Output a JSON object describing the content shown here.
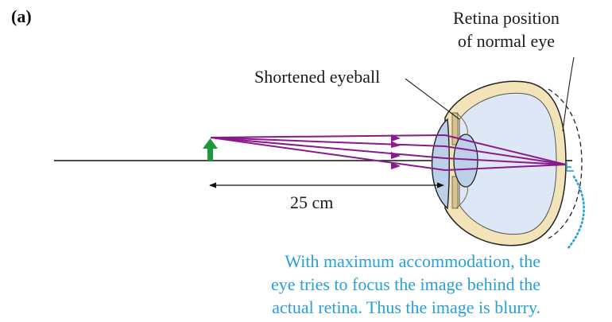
{
  "panel_label": "(a)",
  "labels": {
    "retina_position": [
      "Retina position",
      "of normal eye"
    ],
    "shortened_eyeball": "Shortened eyeball",
    "distance": "25 cm"
  },
  "caption": {
    "lines": [
      "With maximum accommodation, the",
      "eye tries to focus the image behind the",
      "actual retina. Thus the image is blurry."
    ]
  },
  "colors": {
    "rays": "#8a1a8c",
    "object_arrow": "#1e9a3c",
    "caption": "#2a9fd6",
    "sclera": "#f2e3b8",
    "eye_interior": "#dde7f5",
    "lens": "#bcd0ea",
    "outline": "#222222"
  },
  "icons": {
    "object": "green-upward-arrow",
    "image": "blue-inverted-f-image"
  }
}
